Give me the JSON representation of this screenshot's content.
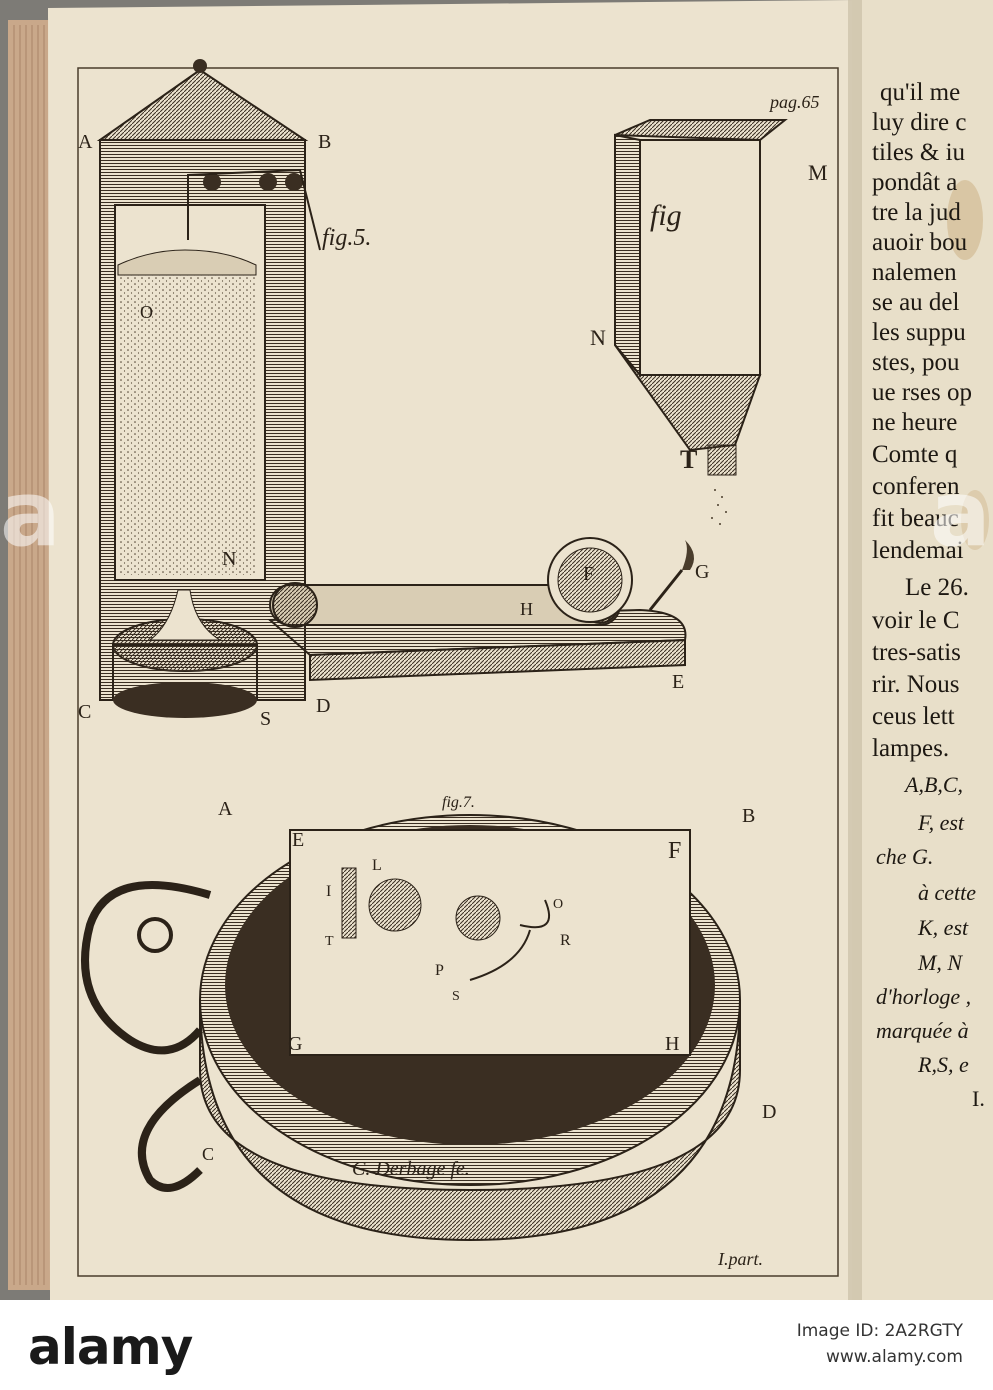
{
  "engraving": {
    "page_ref": "pag.65",
    "fig5_caption": "fig.5.",
    "fig6_caption": "fig",
    "fig7_caption": "fig.7.",
    "signature": "C. Derbage fe.",
    "part_note": "I.part.",
    "fig5_labels": [
      "A",
      "B",
      "C",
      "D",
      "E",
      "F",
      "G",
      "H",
      "O",
      "N",
      "S"
    ],
    "fig6_labels": [
      "M",
      "N",
      "T"
    ],
    "fig7_labels": [
      "A",
      "B",
      "C",
      "D",
      "E",
      "F",
      "G",
      "H",
      "I",
      "L",
      "O",
      "R",
      "T",
      "P",
      "S"
    ]
  },
  "text_page": {
    "lines": [
      "qu'il me",
      "luy dire c",
      "tiles & iu",
      "pondât a",
      "tre la jud",
      "auoir bou",
      "nalemen",
      "se au del",
      "les suppu",
      "stes, pou",
      "ue rses op",
      "ne heure",
      "Comte q",
      "conferen",
      "fit beauc",
      "lendemai",
      "Le 26.",
      "voir le C",
      "tres-satis",
      "rir. Nous",
      "ceus lett",
      "lampes."
    ],
    "italic_lines": [
      "A,B,C,",
      "F, est",
      "che G.",
      "à cette",
      "K, est",
      "M, N",
      "d'horloge ,",
      "marquée à",
      "R,S, e",
      "I."
    ]
  },
  "banner": {
    "logo": "alamy",
    "image_id": "Image ID: 2A2RGTY",
    "site": "www.alamy.com"
  },
  "watermark": "a"
}
